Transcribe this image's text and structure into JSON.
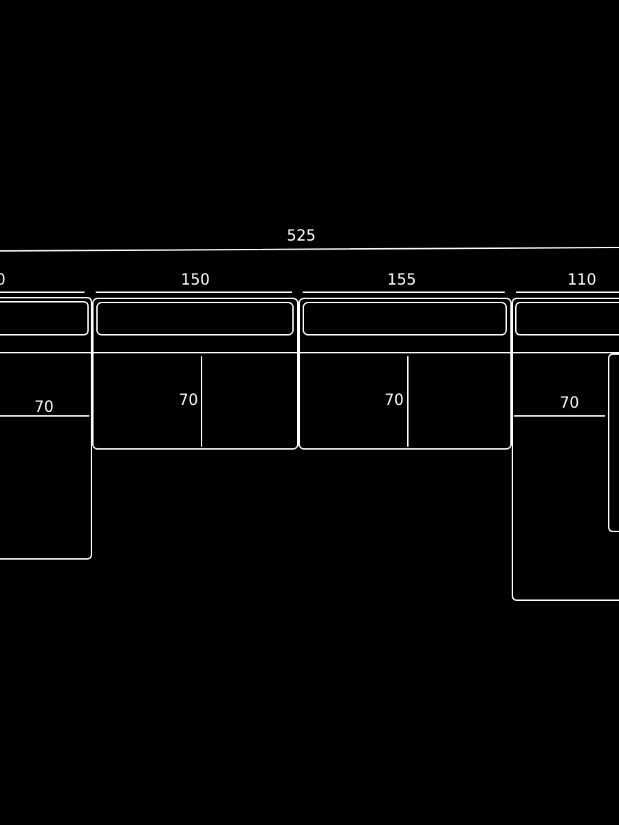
{
  "colors": {
    "background": "#000000",
    "stroke": "#ffffff",
    "text": "#ffffff"
  },
  "dimensions": {
    "total_width": "525",
    "segment_left": "0",
    "segment_1": "150",
    "segment_2": "155",
    "segment_right": "110"
  },
  "depths": {
    "left_chaise": "70",
    "middle_1": "70",
    "middle_2": "70",
    "right_chaise": "70"
  }
}
